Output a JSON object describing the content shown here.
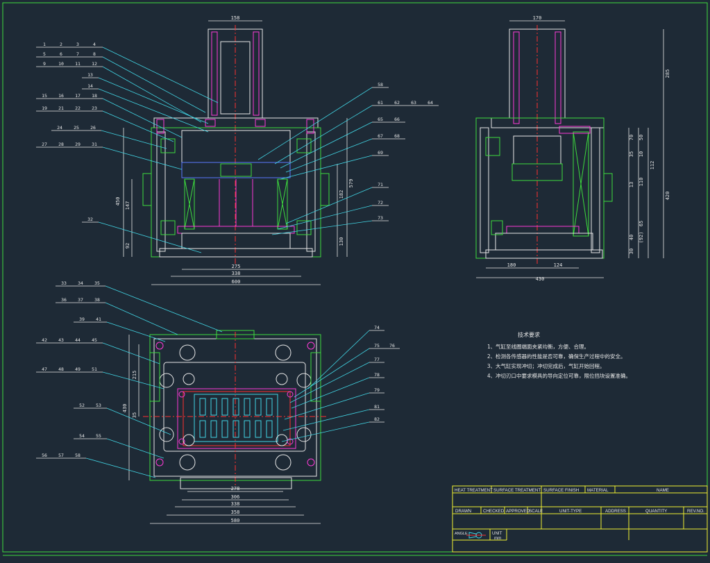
{
  "balloons_top": [
    [
      "1",
      "2",
      "3",
      "4"
    ],
    [
      "5",
      "6",
      "7",
      "8"
    ],
    [
      "9",
      "10",
      "11",
      "12"
    ],
    [
      "13"
    ],
    [
      "14"
    ],
    [
      "15",
      "16",
      "17",
      "18"
    ],
    [
      "19",
      "21",
      "22",
      "23"
    ],
    [
      "24",
      "25",
      "26"
    ],
    [
      "27",
      "28",
      "29",
      "31"
    ],
    [
      "32"
    ]
  ],
  "balloons_top_right": [
    [
      "58"
    ],
    [
      "61",
      "62",
      "63",
      "64"
    ],
    [
      "65",
      "66"
    ],
    [
      "67",
      "68"
    ],
    [
      "69"
    ],
    [
      "71"
    ],
    [
      "72"
    ],
    [
      "73"
    ]
  ],
  "balloons_bottom_left": [
    [
      "33",
      "34",
      "35"
    ],
    [
      "36",
      "37",
      "38"
    ],
    [
      "39",
      "41"
    ],
    [
      "42",
      "43",
      "44",
      "45"
    ],
    [
      "47",
      "48",
      "49",
      "51"
    ],
    [
      "52",
      "53"
    ],
    [
      "54",
      "55"
    ],
    [
      "56",
      "57",
      "58"
    ]
  ],
  "balloons_bottom_right": [
    [
      "74"
    ],
    [
      "75",
      "76"
    ],
    [
      "77"
    ],
    [
      "78"
    ],
    [
      "79"
    ],
    [
      "81"
    ],
    [
      "82"
    ]
  ],
  "dims_front": {
    "top": "158",
    "bottom1": "275",
    "bottom2": "338",
    "bottom3": "600",
    "left1": "450",
    "left2": "147",
    "left3": "92",
    "right1": "579",
    "right2": "182",
    "right3": "130"
  },
  "dims_side": {
    "top": "170",
    "bottom1": "180",
    "bottom2": "124",
    "bottom3": "430",
    "r1": "285",
    "r2": "420",
    "r3": "70",
    "r4": "50",
    "r5": "35",
    "r6": "10",
    "r7": "112",
    "r8": "110",
    "r9": "13",
    "r10": "65",
    "r11": "40",
    "r12": "(92)",
    "r13": "30"
  },
  "dims_plan": {
    "b1": "278",
    "b2": "306",
    "b3": "338",
    "b4": "358",
    "b5": "580",
    "l1": "215",
    "l2": "430",
    "l3": "35"
  },
  "notes": {
    "title": "技术要求",
    "items": [
      "1、气缸至线圈端面夹紧均衡，方便、合理。",
      "2、检测各传感器的性能是否可靠，确保生产过程中的安全。",
      "3、大气缸实现冲切；冲切完成后，气缸开始回程。",
      "4、冲切刃口中要求模具的导向定位可靠，限位挡块设置准确。"
    ]
  },
  "title_block": {
    "row1": [
      "HEAT TREATMENT",
      "SURFACE TREATMENT",
      "SURFACE FINISH",
      "MATERIAL",
      "",
      "NAME"
    ],
    "row2": [
      "DRAWN",
      "CHECKED",
      "APPROVED",
      "SCALE",
      "UNIT-TYPE",
      "ADDRESS",
      "QUANTITY",
      "REV.NO."
    ],
    "angle": "ANGLE",
    "unit": "UNIT",
    "unit_val": "mm"
  },
  "colors": {
    "bg": "#1e2a36",
    "green": "#3ddc3d",
    "magenta": "#ff3bd8",
    "cyan": "#42d7e6",
    "yellow": "#f0f032",
    "white": "#e8e8e8",
    "red": "#ff3030",
    "blue": "#5a78ff"
  }
}
